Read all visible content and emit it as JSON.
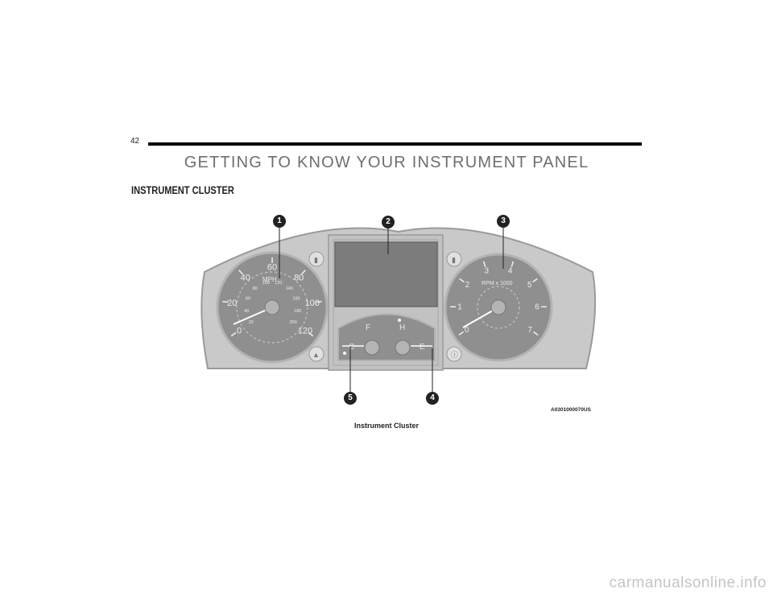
{
  "page": {
    "number": "42"
  },
  "section": {
    "title": "GETTING TO KNOW YOUR INSTRUMENT PANEL"
  },
  "subsection": {
    "title": "INSTRUMENT CLUSTER"
  },
  "figure": {
    "code": "A0301000070US",
    "caption": "Instrument Cluster",
    "callouts": [
      "1",
      "2",
      "3",
      "4",
      "5"
    ],
    "speedometer": {
      "unit": "MPH",
      "outer_ticks": [
        "0",
        "20",
        "40",
        "60",
        "80",
        "100",
        "120"
      ],
      "inner_ticks": [
        "20",
        "40",
        "60",
        "80",
        "100",
        "120",
        "140",
        "160",
        "180",
        "200"
      ]
    },
    "tachometer": {
      "unit": "RPM x 1000",
      "ticks": [
        "0",
        "1",
        "2",
        "3",
        "4",
        "5",
        "6",
        "7"
      ]
    },
    "fuel_gauge": {
      "full": "F",
      "empty": "E"
    },
    "temp_gauge": {
      "hot": "H",
      "cold": "C"
    }
  },
  "watermark": {
    "text": "carmanualsonline.info"
  },
  "colors": {
    "panel": "#c9c9c9",
    "gauge_face": "#8f8f8f",
    "display": "#7c7c7c",
    "callout": "#222222"
  }
}
